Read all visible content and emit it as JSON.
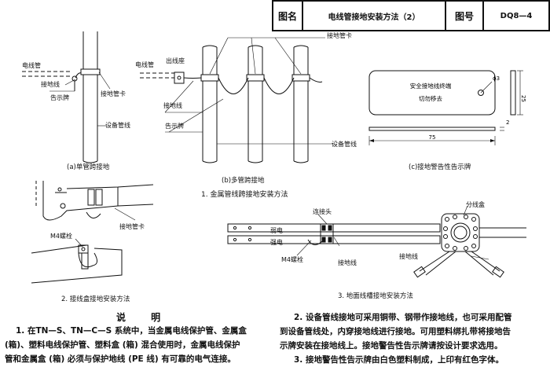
{
  "title_block": {
    "name_label": "图名",
    "name_value": "电线管接地安装方法（2）",
    "number_label": "图号",
    "number_value": "DQ8—4"
  },
  "fig_a": {
    "caption": "(a)单管跨接地",
    "labels": {
      "conduit": "电线管",
      "ground_wire": "接地线",
      "sign": "告示牌",
      "clamp": "接地管卡",
      "equipment_pipe": "设备管线"
    }
  },
  "fig_b": {
    "caption": "(b)多管跨接地",
    "labels": {
      "clamp_top": "接地管卡",
      "conduit": "电线管",
      "outlet_box": "出线座",
      "ground_wire": "接地线",
      "sign": "告示牌",
      "equipment_pipe": "设备管线"
    }
  },
  "fig_c": {
    "caption": "(c)接地警告性告示牌",
    "plate_text_1": "安全接地线终端",
    "plate_text_2": "切勿移去",
    "dim_hole": "ϕ3",
    "dim_height": "25",
    "dim_length": "75",
    "dim_thickness": "2"
  },
  "section1_title": "1. 金属管线跨接地安装方法",
  "fig2": {
    "caption": "2. 接线盒接地安装方法",
    "labels": {
      "clamp": "接地管卡",
      "bolt": "M4螺栓"
    }
  },
  "fig3": {
    "caption": "3. 地面线槽接地安装方法",
    "labels": {
      "junction_box": "分线盒",
      "connector": "连接头",
      "weak": "弱电",
      "strong": "强电",
      "bolt": "M4螺栓",
      "ground_wire_right": "接地线",
      "ground_wire_bottom": "接地线"
    }
  },
  "notes": {
    "heading": "说 明",
    "left": [
      "1. 在TN—S、TN—C—S 系统中，当金属电线保护管、金属盒",
      "(箱)、塑料电线保护管、塑料盒 (箱) 混合使用时，金属电线保护",
      "管和金属盒 (箱) 必须与保护地线 (PE 线) 有可靠的电气连接。"
    ],
    "right": [
      "2. 设备管线接地可采用铜带、钢带作接地线，也可采用配管",
      "到设备管线处，内穿接地线进行接地。可用塑料绑扎带将接地告",
      "示牌安装在接地线上。接地警告性告示牌请按设计要求选用。",
      "3. 接地警告性告示牌由白色塑料制成，上印有红色字体。"
    ]
  }
}
